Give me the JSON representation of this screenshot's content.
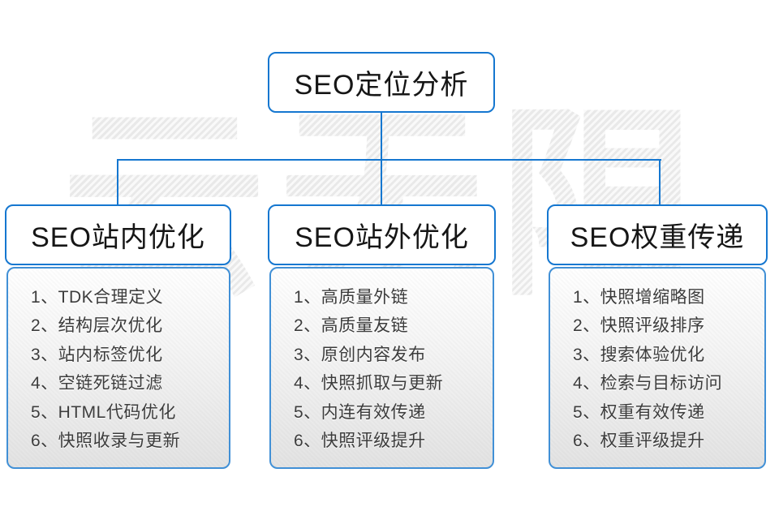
{
  "diagram": {
    "watermark": "云无限",
    "root": {
      "label": "SEO定位分析"
    },
    "columns": [
      {
        "header": "SEO站内优化",
        "items": [
          "1、TDK合理定义",
          "2、结构层次优化",
          "3、站内标签优化",
          "4、空链死链过滤",
          "5、HTML代码优化",
          "6、快照收录与更新"
        ]
      },
      {
        "header": "SEO站外优化",
        "items": [
          "1、高质量外链",
          "2、高质量友链",
          "3、原创内容发布",
          "4、快照抓取与更新",
          "5、内连有效传递",
          "6、快照评级提升"
        ]
      },
      {
        "header": "SEO权重传递",
        "items": [
          "1、快照增缩略图",
          "2、快照评级排序",
          "3、搜索体验优化",
          "4、检索与目标访问",
          "5、权重有效传递",
          "6、权重评级提升"
        ]
      }
    ],
    "colors": {
      "line_blue": "#1577d0",
      "panel_border": "#4190d6",
      "text_dark": "#161616",
      "list_text": "#3c3c3c"
    }
  }
}
